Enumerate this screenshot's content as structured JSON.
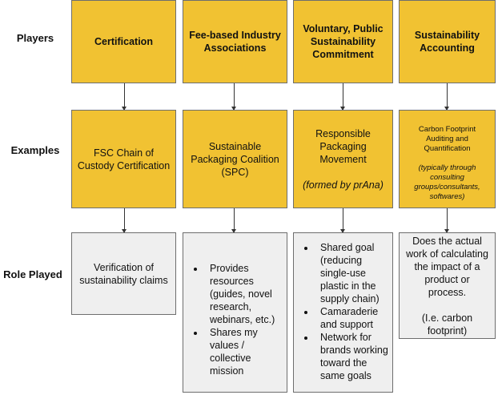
{
  "row_labels": {
    "players": "Players",
    "examples": "Examples",
    "role_played": "Role Played"
  },
  "players": [
    "Certification",
    "Fee-based Industry Associations",
    "Voluntary, Public Sustainability Commitment",
    "Sustainability Accounting"
  ],
  "examples": {
    "col1": "FSC Chain of Custody Certification",
    "col2": "Sustainable Packaging Coalition (SPC)",
    "col3_title": "Responsible Packaging Movement",
    "col3_note": "(formed by prAna)",
    "col4_title": "Carbon Footprint Auditing and Quantification",
    "col4_note": "(typically through consulting groups/consultants, softwares)"
  },
  "roles": {
    "col1": "Verification of sustainability claims",
    "col2": [
      "Provides resources (guides, novel research, webinars, etc.)",
      "Shares my values / collective mission"
    ],
    "col3": [
      "Shared goal (reducing single-use plastic in the supply chain)",
      "Camaraderie and support",
      "Network for brands working toward the same goals"
    ],
    "col4_main": "Does the actual work of calculating the impact of a product or process.",
    "col4_note": "(I.e. carbon footprint)"
  },
  "colors": {
    "box_yellow": "#f1c232",
    "box_gray": "#efefef",
    "border": "#6e6e6e"
  }
}
